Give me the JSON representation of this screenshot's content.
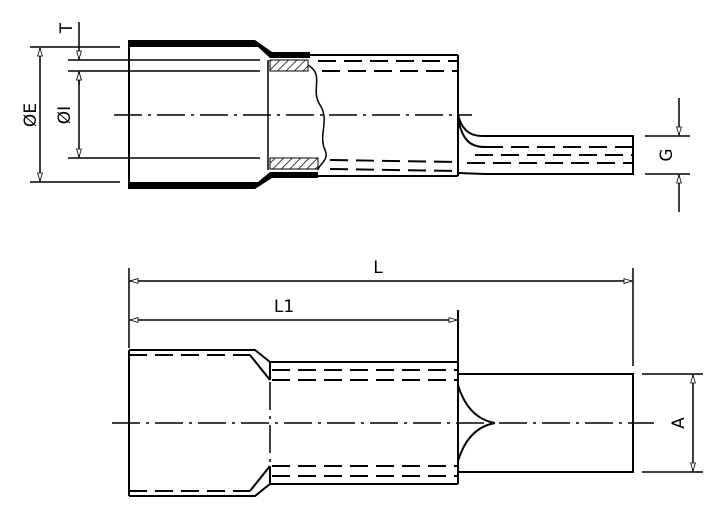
{
  "labels": {
    "thickness": "T",
    "outer_diameter": "ØE",
    "inner_diameter": "ØI",
    "pin_thickness": "G",
    "total_length": "L",
    "sleeve_length": "L1",
    "pin_width": "A"
  },
  "colors": {
    "line": "#000000",
    "background": "#ffffff"
  }
}
